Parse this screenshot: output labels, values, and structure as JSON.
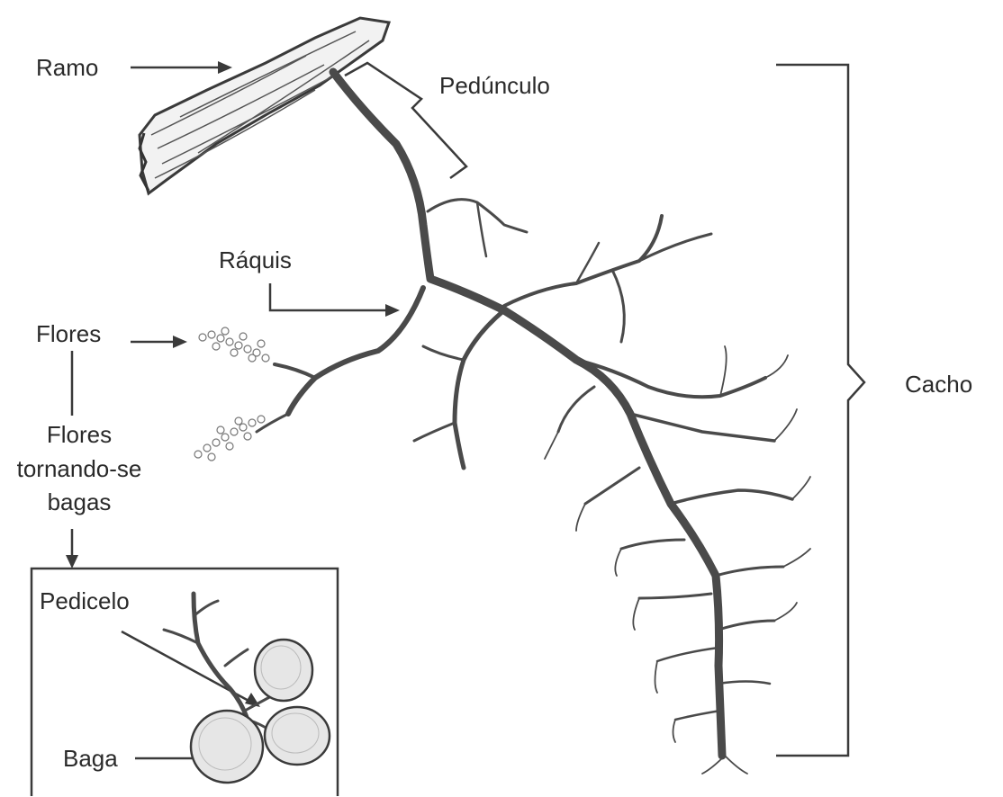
{
  "labels": {
    "ramo": "Ramo",
    "peduncle": "Pedúnculo",
    "rachis": "Ráquis",
    "flowers": "Flores",
    "flowers_becoming_berries": [
      "Flores",
      "tornando-se",
      "bagas"
    ],
    "cluster": "Cacho",
    "pedicel": "Pedicelo",
    "berry": "Baga"
  },
  "colors": {
    "ink": "#3a3a3a",
    "stem": "#4a4a4a",
    "background": "#ffffff"
  }
}
